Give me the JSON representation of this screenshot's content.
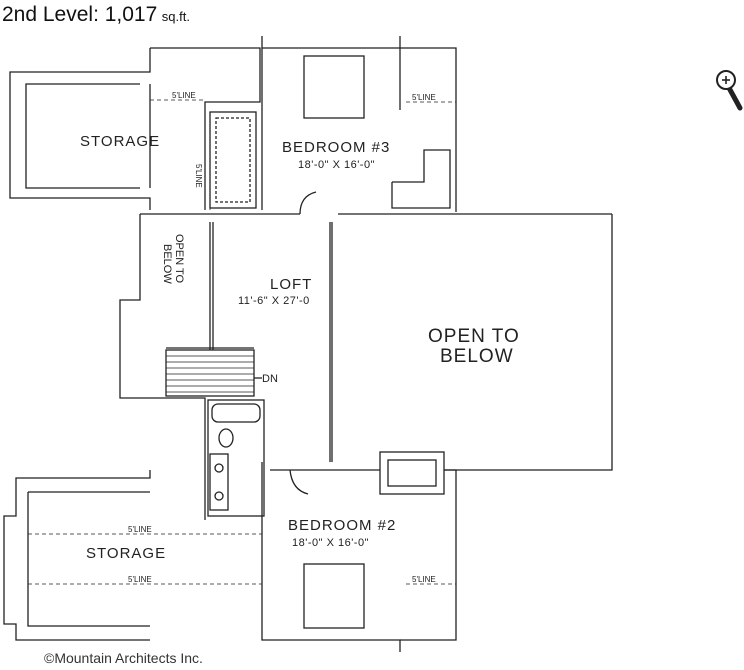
{
  "title": {
    "main": "2nd Level: 1,017",
    "unit": "sq.ft."
  },
  "rooms": {
    "storage_top": "STORAGE",
    "bedroom3_name": "BEDROOM #3",
    "bedroom3_dim": "18'-0\" X 16'-0\"",
    "loft_name": "LOFT",
    "loft_dim": "11'-6\" X 27'-0",
    "open_below_main_1": "OPEN TO",
    "open_below_main_2": "BELOW",
    "open_below_small_1": "OPEN TO",
    "open_below_small_2": "BELOW",
    "bedroom2_name": "BEDROOM #2",
    "bedroom2_dim": "18'-0\" X 16'-0\"",
    "storage_bottom": "STORAGE",
    "stair_dn": "DN"
  },
  "line_labels": [
    "5'LINE",
    "5'LINE",
    "5'LINE",
    "5'LINE",
    "5'LINE",
    "5'LINE"
  ],
  "copyright": "©Mountain Architects Inc.",
  "zoom_icon": "zoom-in-icon"
}
